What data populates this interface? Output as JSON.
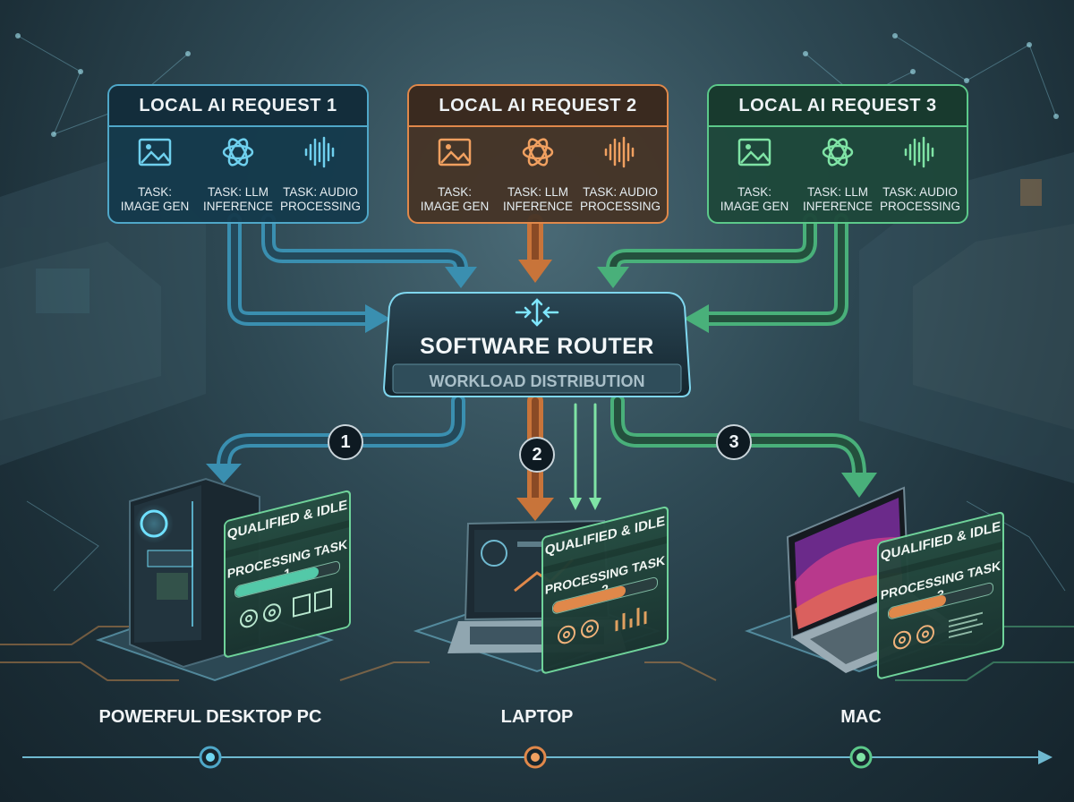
{
  "requests": [
    {
      "title": "LOCAL AI REQUEST 1",
      "color": "#4fa7c8",
      "tasks": [
        "TASK:\nIMAGE GEN",
        "TASK: LLM\nINFERENCE",
        "TASK: AUDIO\nPROCESSING"
      ]
    },
    {
      "title": "LOCAL AI REQUEST 2",
      "color": "#e0884a",
      "tasks": [
        "TASK:\nIMAGE GEN",
        "TASK: LLM\nINFERENCE",
        "TASK: AUDIO\nPROCESSING"
      ]
    },
    {
      "title": "LOCAL AI REQUEST 3",
      "color": "#5cc98a",
      "tasks": [
        "TASK:\nIMAGE GEN",
        "TASK: LLM\nINFERENCE",
        "TASK: AUDIO\nPROCESSING"
      ]
    }
  ],
  "router": {
    "title": "SOFTWARE ROUTER",
    "subtitle": "WORKLOAD DISTRIBUTION"
  },
  "routes": [
    {
      "number": "1",
      "color": "#4fa7c8"
    },
    {
      "number": "2",
      "color": "#e0884a"
    },
    {
      "number": "3",
      "color": "#5cc98a"
    }
  ],
  "devices": [
    {
      "label": "POWERFUL DESKTOP PC",
      "status": "QUALIFIED & IDLE",
      "task": "PROCESSING TASK 1",
      "progress": 0.8
    },
    {
      "label": "LAPTOP",
      "status": "QUALIFIED & IDLE",
      "task": "PROCESSING TASK 2",
      "progress": 0.7
    },
    {
      "label": "MAC",
      "status": "QUALIFIED & IDLE",
      "task": "PROCESSING TASK 3",
      "progress": 0.55
    }
  ],
  "icons": [
    "image-icon",
    "llm-icon",
    "audio-waveform-icon",
    "router-arrows-icon",
    "desktop-pc-icon",
    "laptop-icon",
    "mac-laptop-icon",
    "gear-icon"
  ]
}
